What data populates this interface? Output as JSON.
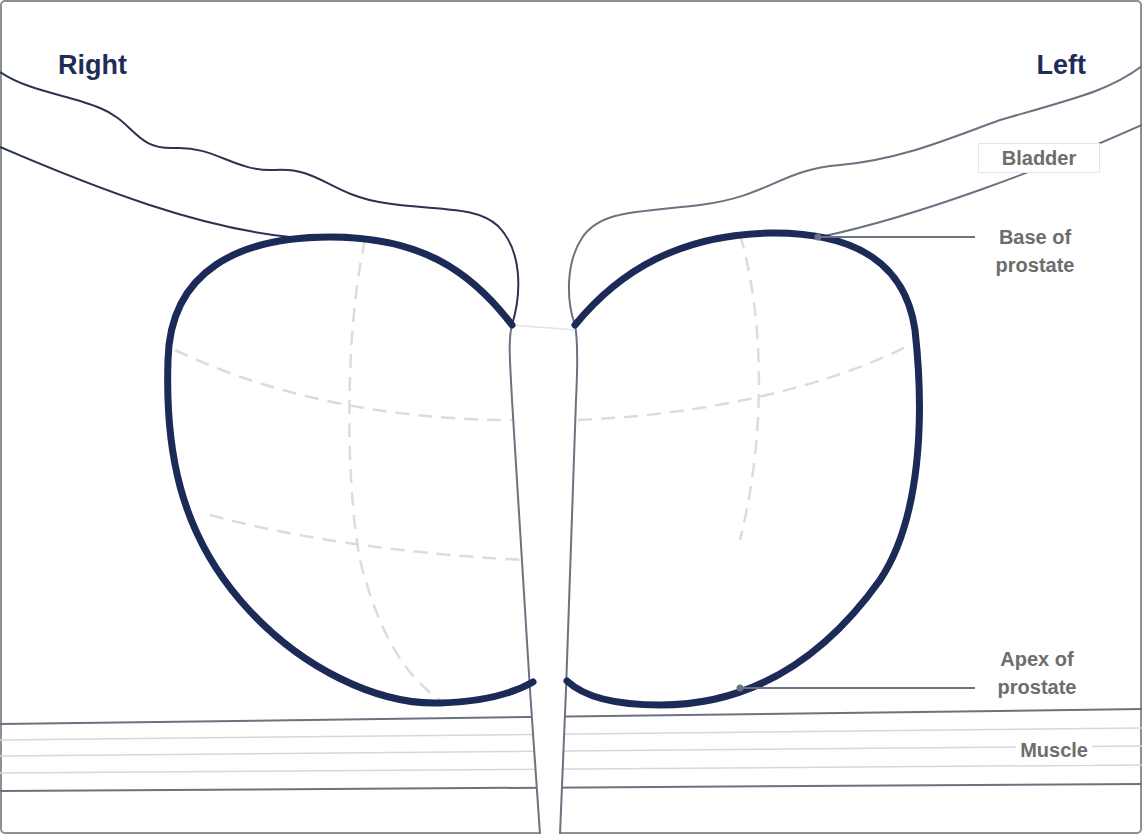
{
  "diagram": {
    "labels": [
      "Right",
      "Left",
      "Bladder",
      "Base of prostate",
      "Apex of prostate",
      "Muscle"
    ]
  }
}
